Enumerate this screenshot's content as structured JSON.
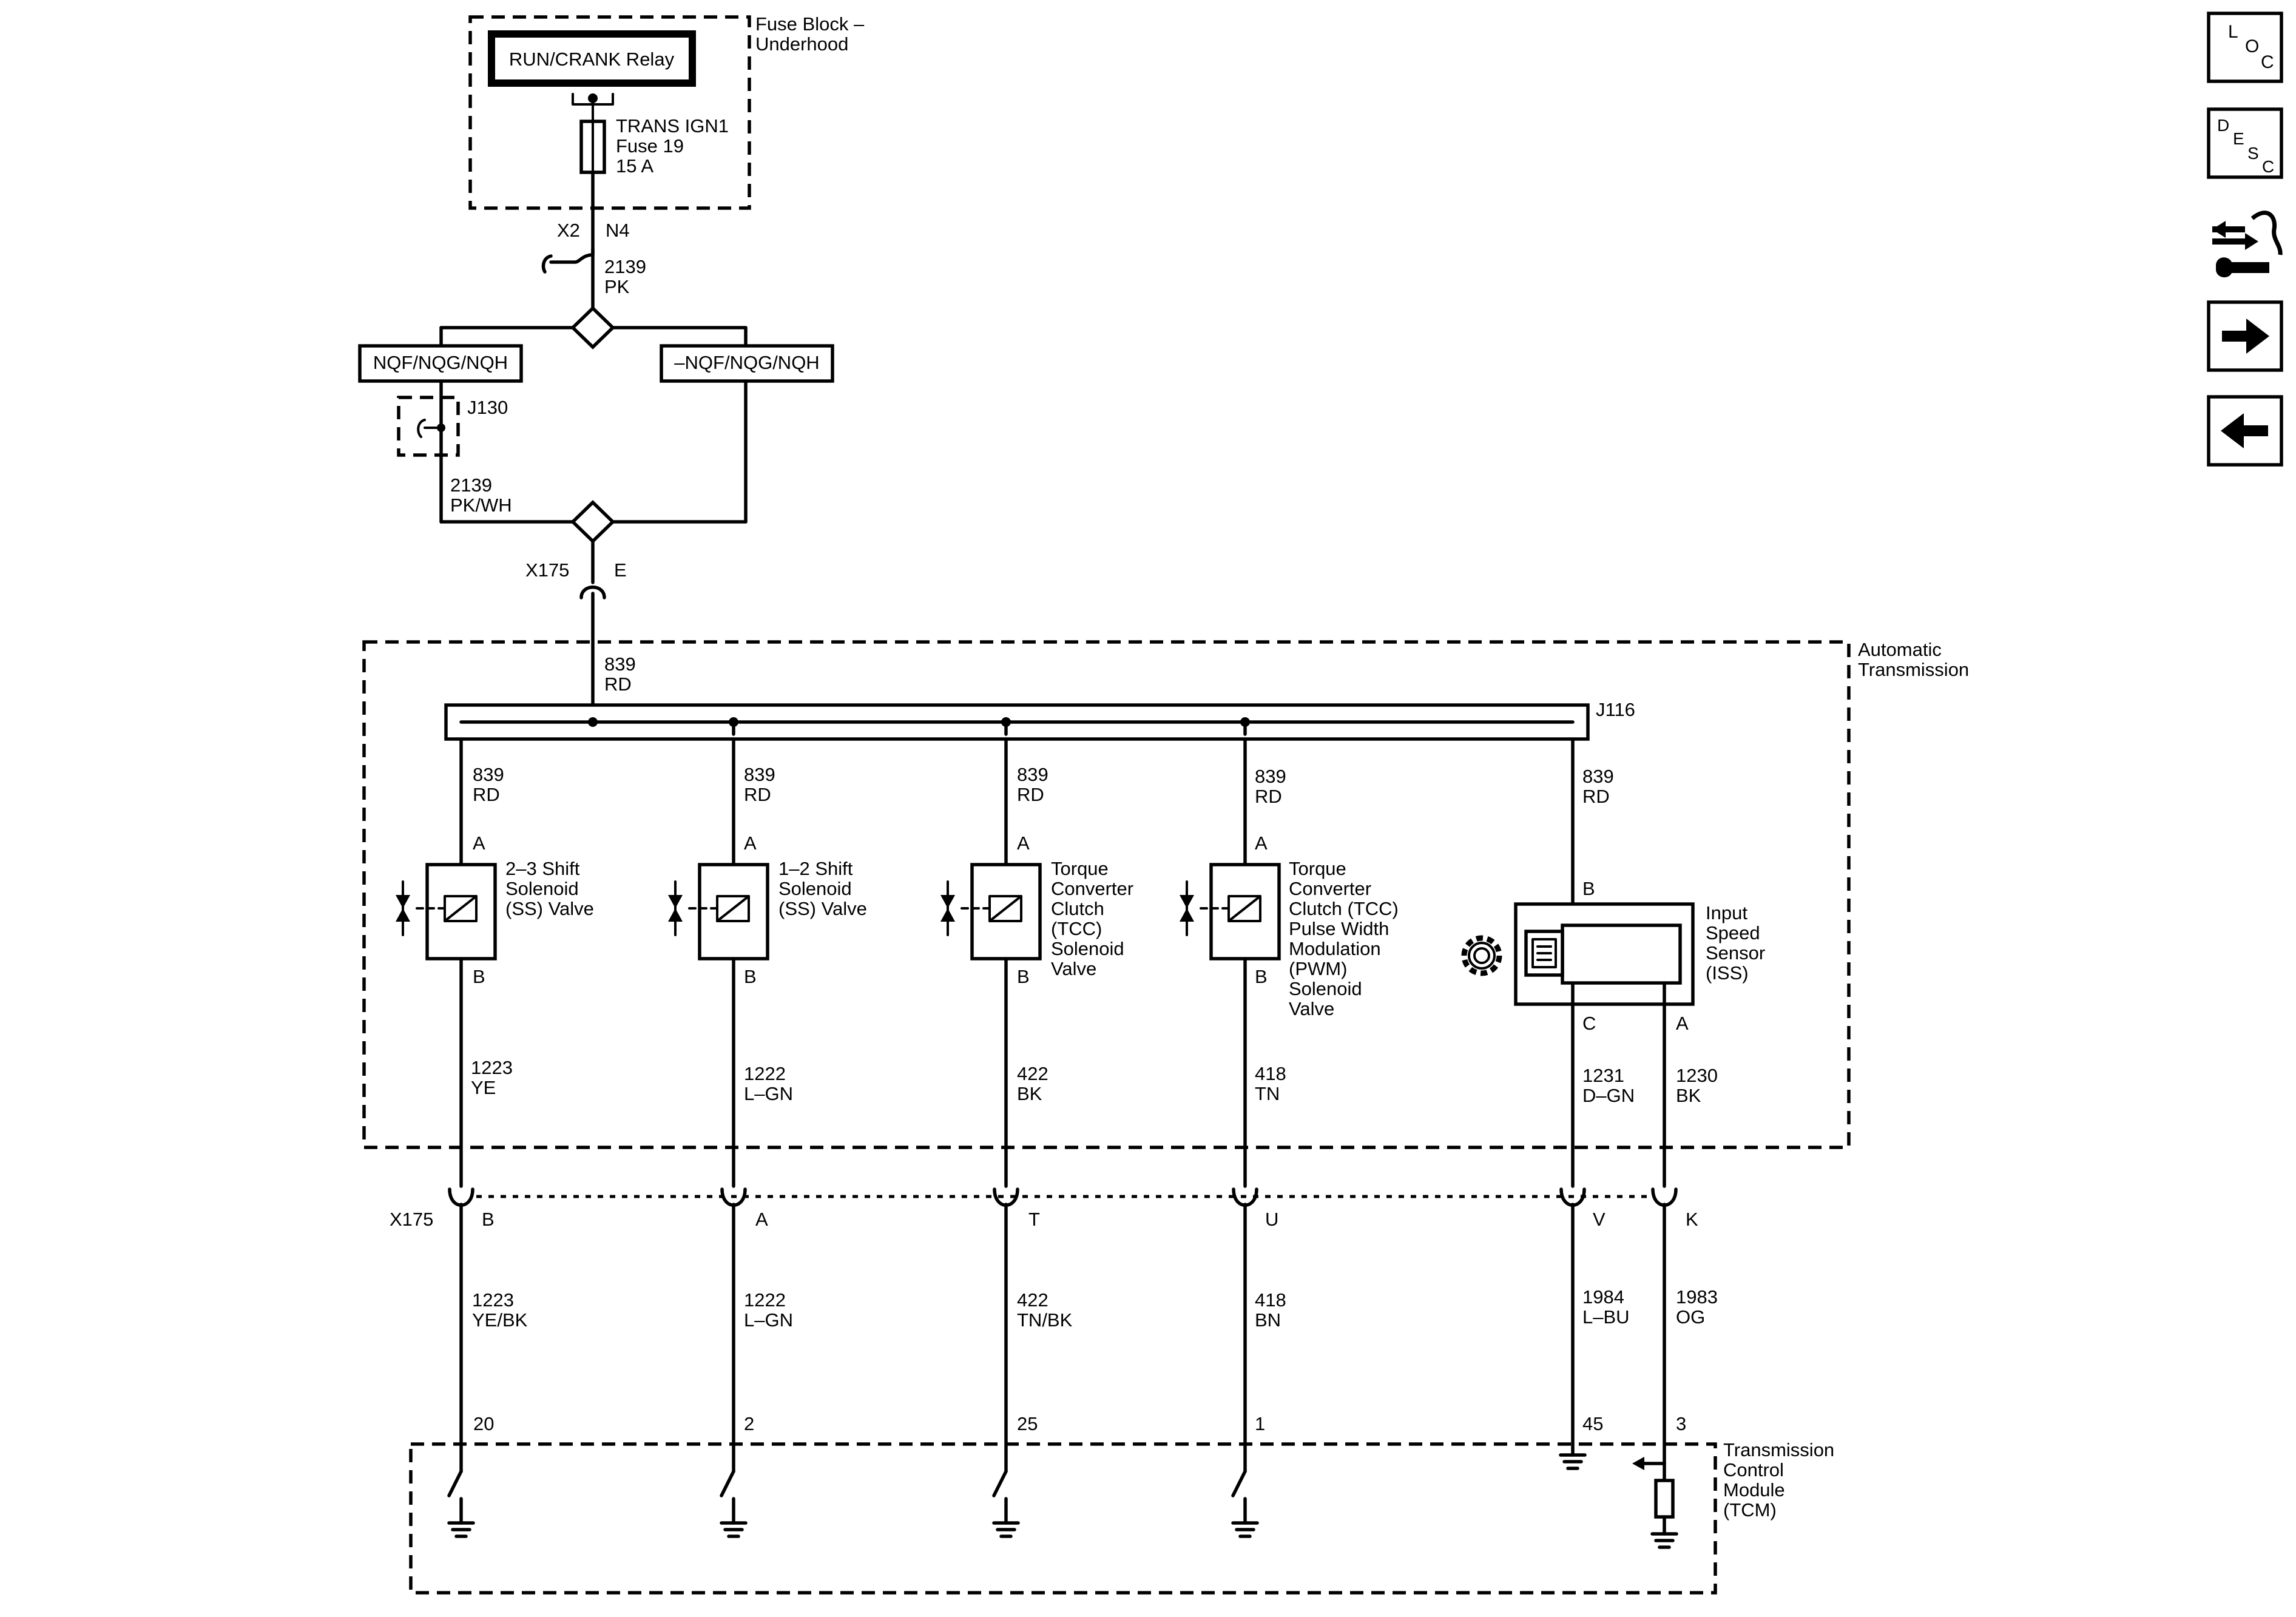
{
  "fuse_block": {
    "title_line1": "Fuse Block –",
    "title_line2": "Underhood",
    "relay": "RUN/CRANK Relay",
    "fuse_line1": "TRANS IGN1",
    "fuse_line2": "Fuse 19",
    "fuse_line3": "15 A"
  },
  "upper": {
    "conn_x2": "X2",
    "pin_n4": "N4",
    "wire_circuit": "2139",
    "wire_color": "PK",
    "option_left": "NQF/NQG/NQH",
    "option_right": "–NQF/NQG/NQH",
    "splice_j130": "J130",
    "wire2_circuit": "2139",
    "wire2_color": "PK/WH",
    "conn_x175": "X175",
    "pin_e": "E",
    "feed_circuit": "839",
    "feed_color": "RD"
  },
  "transmission": {
    "title_line1": "Automatic",
    "title_line2": "Transmission",
    "splice": "J116",
    "components": [
      {
        "circuit": "839",
        "color": "RD",
        "pin_top": "A",
        "pin_bottom": "B",
        "name": [
          "2–3 Shift",
          "Solenoid",
          "(SS) Valve"
        ],
        "out_circuit": "1223",
        "out_color": "YE"
      },
      {
        "circuit": "839",
        "color": "RD",
        "pin_top": "A",
        "pin_bottom": "B",
        "name": [
          "1–2 Shift",
          "Solenoid",
          "(SS) Valve"
        ],
        "out_circuit": "1222",
        "out_color": "L–GN"
      },
      {
        "circuit": "839",
        "color": "RD",
        "pin_top": "A",
        "pin_bottom": "B",
        "name": [
          "Torque",
          "Converter",
          "Clutch",
          "(TCC)",
          "Solenoid",
          "Valve"
        ],
        "out_circuit": "422",
        "out_color": "BK"
      },
      {
        "circuit": "839",
        "color": "RD",
        "pin_top": "A",
        "pin_bottom": "B",
        "name": [
          "Torque",
          "Converter",
          "Clutch (TCC)",
          "Pulse Width",
          "Modulation",
          "(PWM)",
          "Solenoid",
          "Valve"
        ],
        "out_circuit": "418",
        "out_color": "TN"
      }
    ],
    "iss": {
      "circuit": "839",
      "color": "RD",
      "pin_top": "B",
      "name": [
        "Input",
        "Speed",
        "Sensor",
        "(ISS)"
      ],
      "pin_c": "C",
      "pin_a": "A",
      "c_circuit": "1231",
      "c_color": "D–GN",
      "a_circuit": "1230",
      "a_color": "BK"
    }
  },
  "lower": {
    "connector": "X175",
    "pins": [
      "B",
      "A",
      "T",
      "U",
      "V",
      "K"
    ],
    "wires": [
      {
        "circuit": "1223",
        "color": "YE/BK"
      },
      {
        "circuit": "1222",
        "color": "L–GN"
      },
      {
        "circuit": "422",
        "color": "TN/BK"
      },
      {
        "circuit": "418",
        "color": "BN"
      },
      {
        "circuit": "1984",
        "color": "L–BU"
      },
      {
        "circuit": "1983",
        "color": "OG"
      }
    ]
  },
  "tcm": {
    "title": [
      "Transmission",
      "Control",
      "Module",
      "(TCM)"
    ],
    "pins": [
      "20",
      "2",
      "25",
      "1",
      "45",
      "3"
    ]
  },
  "nav": {
    "loc": [
      "L",
      "O",
      "C"
    ],
    "desc": [
      "D",
      "E",
      "S",
      "C"
    ],
    "icons": [
      "diagnostic-tool-icon",
      "arrow-right-icon",
      "arrow-left-icon"
    ]
  }
}
